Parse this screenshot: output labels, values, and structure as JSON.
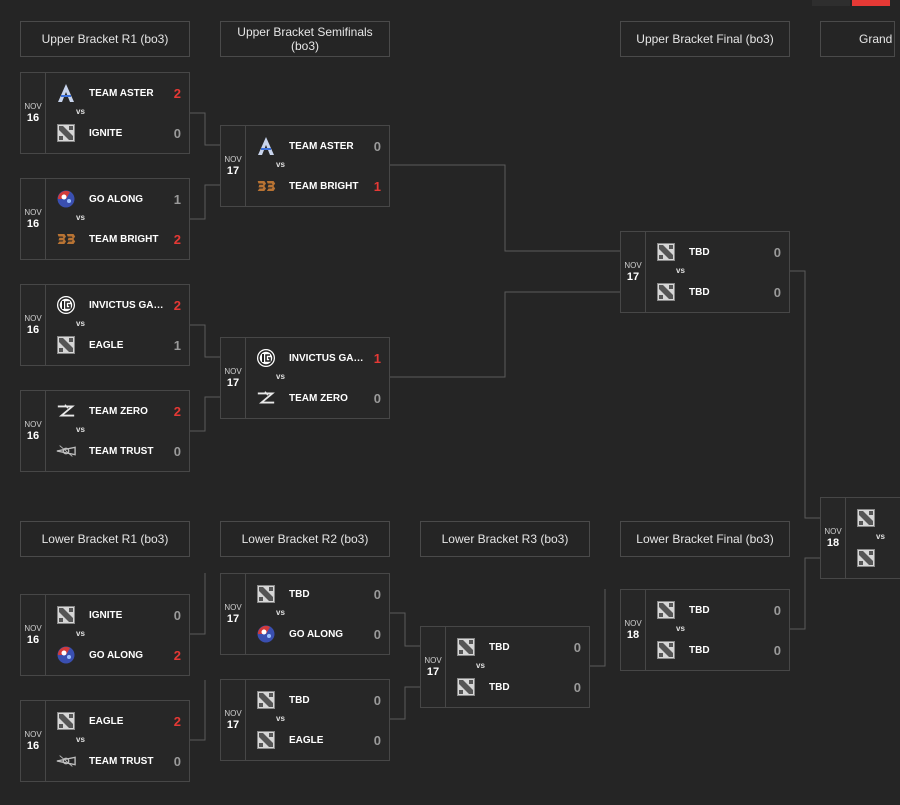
{
  "colors": {
    "background": "#252525",
    "win_score": "#e53935",
    "score": "#9a9a9a",
    "line": "#5a5a5a"
  },
  "headers": {
    "ub_r1": "Upper Bracket R1 (bo3)",
    "ub_sf": "Upper Bracket Semifinals (bo3)",
    "ub_final": "Upper Bracket Final (bo3)",
    "grand": "Grand",
    "lb_r1": "Lower Bracket R1 (bo3)",
    "lb_r2": "Lower Bracket R2 (bo3)",
    "lb_r3": "Lower Bracket R3 (bo3)",
    "lb_final": "Lower Bracket Final (bo3)"
  },
  "vs_label": "vs",
  "matches": {
    "ub1": {
      "month": "NOV",
      "day": "16",
      "t1": {
        "name": "TEAM ASTER",
        "score": "2",
        "win": true,
        "logo": "aster"
      },
      "t2": {
        "name": "IGNITE",
        "score": "0",
        "win": false,
        "logo": "dota"
      }
    },
    "ub2": {
      "month": "NOV",
      "day": "16",
      "t1": {
        "name": "GO ALONG",
        "score": "1",
        "win": false,
        "logo": "goalong"
      },
      "t2": {
        "name": "TEAM BRIGHT",
        "score": "2",
        "win": true,
        "logo": "bright"
      }
    },
    "ub3": {
      "month": "NOV",
      "day": "16",
      "t1": {
        "name": "INVICTUS GAMING",
        "score": "2",
        "win": true,
        "logo": "ig"
      },
      "t2": {
        "name": "EAGLE",
        "score": "1",
        "win": false,
        "logo": "dota"
      }
    },
    "ub4": {
      "month": "NOV",
      "day": "16",
      "t1": {
        "name": "TEAM ZERO",
        "score": "2",
        "win": true,
        "logo": "zero"
      },
      "t2": {
        "name": "TEAM TRUST",
        "score": "0",
        "win": false,
        "logo": "trust"
      }
    },
    "sf1": {
      "month": "NOV",
      "day": "17",
      "t1": {
        "name": "TEAM ASTER",
        "score": "0",
        "win": false,
        "logo": "aster"
      },
      "t2": {
        "name": "TEAM BRIGHT",
        "score": "1",
        "win": true,
        "logo": "bright"
      }
    },
    "sf2": {
      "month": "NOV",
      "day": "17",
      "t1": {
        "name": "INVICTUS GAMING",
        "score": "1",
        "win": true,
        "logo": "ig"
      },
      "t2": {
        "name": "TEAM ZERO",
        "score": "0",
        "win": false,
        "logo": "zero"
      }
    },
    "ubf": {
      "month": "NOV",
      "day": "17",
      "t1": {
        "name": "TBD",
        "score": "0",
        "win": false,
        "logo": "dota"
      },
      "t2": {
        "name": "TBD",
        "score": "0",
        "win": false,
        "logo": "dota"
      }
    },
    "gf": {
      "month": "NOV",
      "day": "18"
    },
    "lb1": {
      "month": "NOV",
      "day": "16",
      "t1": {
        "name": "IGNITE",
        "score": "0",
        "win": false,
        "logo": "dota"
      },
      "t2": {
        "name": "GO ALONG",
        "score": "2",
        "win": true,
        "logo": "goalong"
      }
    },
    "lb2": {
      "month": "NOV",
      "day": "16",
      "t1": {
        "name": "EAGLE",
        "score": "2",
        "win": true,
        "logo": "dota"
      },
      "t2": {
        "name": "TEAM TRUST",
        "score": "0",
        "win": false,
        "logo": "trust"
      }
    },
    "lr2a": {
      "month": "NOV",
      "day": "17",
      "t1": {
        "name": "TBD",
        "score": "0",
        "win": false,
        "logo": "dota"
      },
      "t2": {
        "name": "GO ALONG",
        "score": "0",
        "win": false,
        "logo": "goalong"
      }
    },
    "lr2b": {
      "month": "NOV",
      "day": "17",
      "t1": {
        "name": "TBD",
        "score": "0",
        "win": false,
        "logo": "dota"
      },
      "t2": {
        "name": "EAGLE",
        "score": "0",
        "win": false,
        "logo": "dota"
      }
    },
    "lr3": {
      "month": "NOV",
      "day": "17",
      "t1": {
        "name": "TBD",
        "score": "0",
        "win": false,
        "logo": "dota"
      },
      "t2": {
        "name": "TBD",
        "score": "0",
        "win": false,
        "logo": "dota"
      }
    },
    "lbf": {
      "month": "NOV",
      "day": "18",
      "t1": {
        "name": "TBD",
        "score": "0",
        "win": false,
        "logo": "dota"
      },
      "t2": {
        "name": "TBD",
        "score": "0",
        "win": false,
        "logo": "dota"
      }
    }
  }
}
